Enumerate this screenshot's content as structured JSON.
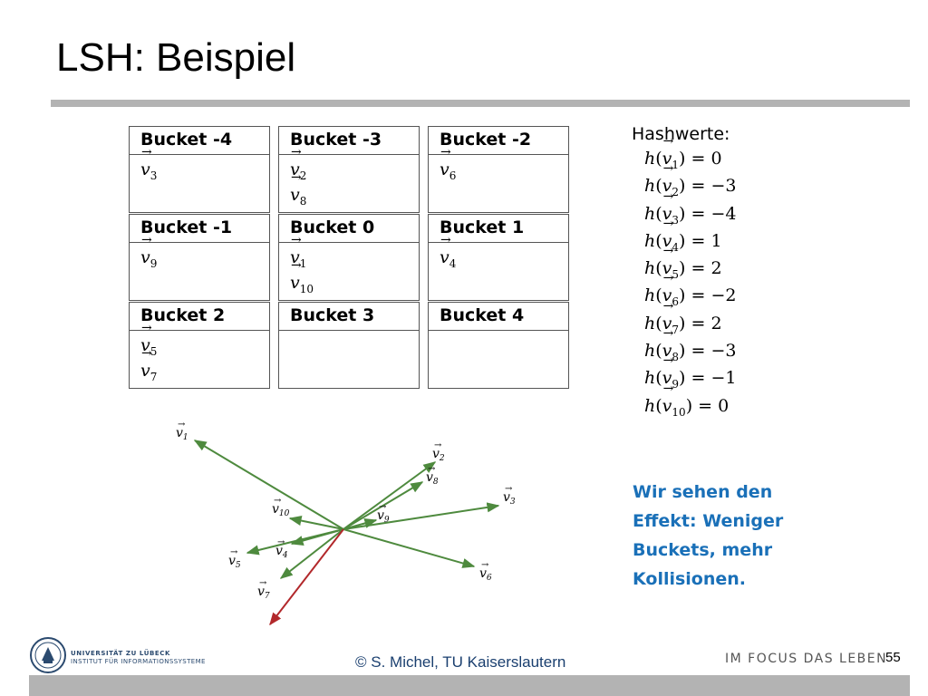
{
  "slide": {
    "title": "LSH: Beispiel",
    "page_number": "55"
  },
  "buckets": [
    {
      "label": "Bucket -4",
      "vectors": [
        [
          "v",
          "3"
        ]
      ]
    },
    {
      "label": "Bucket -3",
      "vectors": [
        [
          "v",
          "2"
        ],
        [
          "v",
          "8"
        ]
      ]
    },
    {
      "label": "Bucket -2",
      "vectors": [
        [
          "v",
          "6"
        ]
      ]
    },
    {
      "label": "Bucket -1",
      "vectors": [
        [
          "v",
          "9"
        ]
      ]
    },
    {
      "label": "Bucket 0",
      "vectors": [
        [
          "v",
          "1"
        ],
        [
          "v",
          "10"
        ]
      ]
    },
    {
      "label": "Bucket 1",
      "vectors": [
        [
          "v",
          "4"
        ]
      ]
    },
    {
      "label": "Bucket 2",
      "vectors": [
        [
          "v",
          "5"
        ],
        [
          "v",
          "7"
        ]
      ]
    },
    {
      "label": "Bucket 3",
      "vectors": []
    },
    {
      "label": "Bucket 4",
      "vectors": []
    }
  ],
  "hashwerte": {
    "title": "Hashwerte:",
    "rows": [
      {
        "sub": "1",
        "value": "0"
      },
      {
        "sub": "2",
        "value": "−3"
      },
      {
        "sub": "3",
        "value": "−4"
      },
      {
        "sub": "4",
        "value": "1"
      },
      {
        "sub": "5",
        "value": "2"
      },
      {
        "sub": "6",
        "value": "−2"
      },
      {
        "sub": "7",
        "value": "2"
      },
      {
        "sub": "8",
        "value": "−3"
      },
      {
        "sub": "9",
        "value": "−1"
      },
      {
        "sub": "10",
        "value": "0"
      }
    ]
  },
  "note": "Wir sehen den Effekt: Weniger Buckets, mehr Kollisionen.",
  "diagram": {
    "vectors": [
      {
        "name": "v",
        "sub": "1",
        "color": "#4e8a3e"
      },
      {
        "name": "v",
        "sub": "2",
        "color": "#4e8a3e"
      },
      {
        "name": "v",
        "sub": "3",
        "color": "#4e8a3e"
      },
      {
        "name": "v",
        "sub": "4",
        "color": "#4e8a3e"
      },
      {
        "name": "v",
        "sub": "5",
        "color": "#4e8a3e"
      },
      {
        "name": "v",
        "sub": "6",
        "color": "#4e8a3e"
      },
      {
        "name": "v",
        "sub": "7",
        "color": "#4e8a3e"
      },
      {
        "name": "v",
        "sub": "8",
        "color": "#4e8a3e"
      },
      {
        "name": "v",
        "sub": "9",
        "color": "#4e8a3e"
      },
      {
        "name": "v",
        "sub": "10",
        "color": "#4e8a3e"
      }
    ],
    "hyperplane_color": "#b2282b"
  },
  "footer": {
    "university": "UNIVERSITÄT ZU LÜBECK",
    "institute": "INSTITUT FÜR INFORMATIONSSYSTEME",
    "copyright": "© S. Michel, TU Kaiserslautern",
    "motto": "IM FOCUS DAS LEBEN"
  },
  "colors": {
    "accent": "#1a70b8",
    "rule": "#b3b3b3",
    "vector": "#4e8a3e",
    "hyperplane": "#b2282b"
  }
}
